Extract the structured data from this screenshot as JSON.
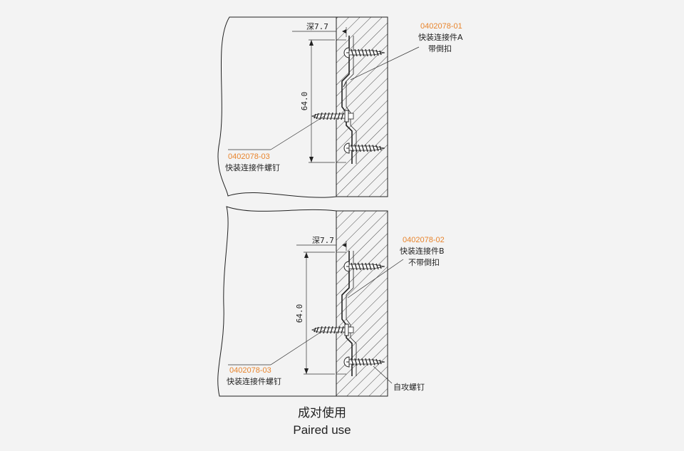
{
  "top": {
    "depth_label": "深7.7",
    "height_label": "64.0",
    "part_a_code": "0402078-01",
    "part_a_name": "快装连接件A",
    "part_a_note": "带倒扣",
    "screw_code": "0402078-03",
    "screw_name": "快装连接件螺钉"
  },
  "bottom": {
    "depth_label": "深7.7",
    "height_label": "64.0",
    "part_b_code": "0402078-02",
    "part_b_name": "快装连接件B",
    "part_b_note": "不带倒扣",
    "screw_code": "0402078-03",
    "screw_name": "快装连接件螺钉",
    "tapping_screw_name": "自攻螺钉"
  },
  "caption": {
    "chinese": "成对使用",
    "english": "Paired use"
  },
  "colors": {
    "code_text": "#e8842c",
    "line": "#222222",
    "background": "#f3f3f3"
  }
}
